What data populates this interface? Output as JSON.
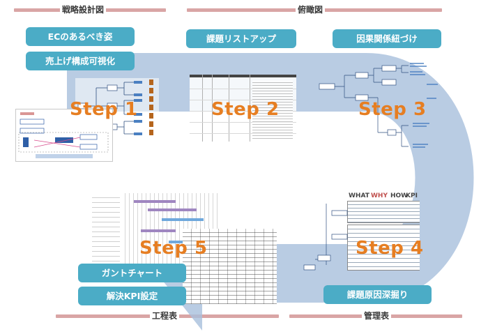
{
  "headers": {
    "top_left": "戦略設計図",
    "top_right": "俯瞰図",
    "bottom_left": "工程表",
    "bottom_right": "管理表"
  },
  "pills": {
    "ec_ideal": "ECのあるべき姿",
    "sales_visual": "売上げ構成可視化",
    "issue_list": "課題リストアップ",
    "causal_link": "因果関係紐づけ",
    "gantt": "ガントチャート",
    "kpi": "解決KPI設定",
    "root_cause": "課題原因深掘り"
  },
  "steps": {
    "s1": "Step 1",
    "s2": "Step 2",
    "s3": "Step 3",
    "s4": "Step 4",
    "s5": "Step 5"
  },
  "table_headers": {
    "what": "WHAT",
    "why": "WHY",
    "how": "HOW",
    "kpi": "KPI"
  },
  "colors": {
    "pill": "#4bacc6",
    "step": "#e67e22",
    "arrow": "#a8bfdc",
    "header_line": "#d9a5a5",
    "why_text": "#c0504d"
  }
}
